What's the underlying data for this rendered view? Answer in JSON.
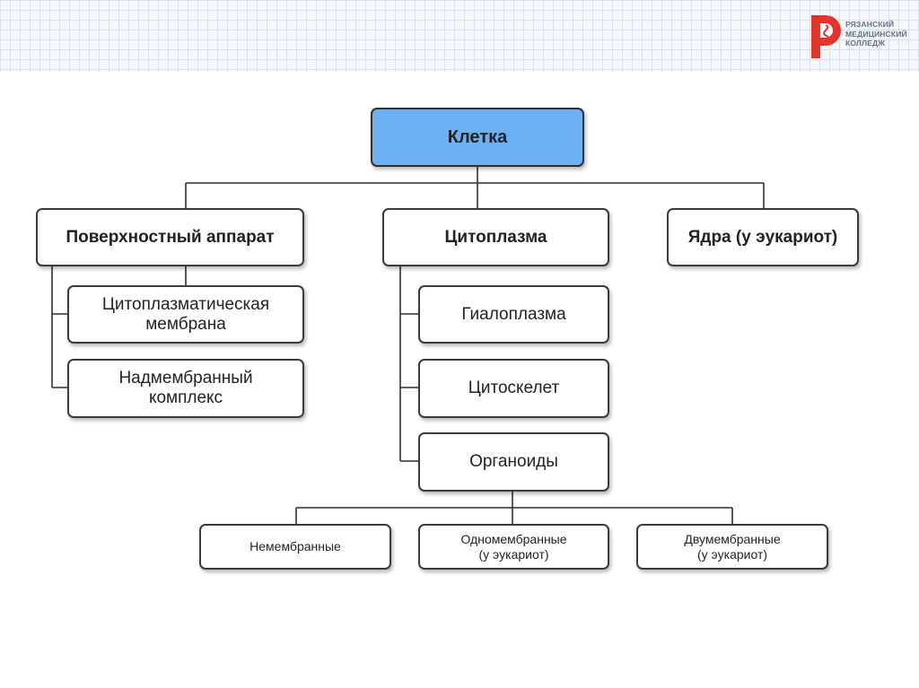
{
  "logo": {
    "icon": "medical-cross-logo-icon",
    "lines": [
      "РЯЗАНСКИЙ",
      "МЕДИЦИНСКИЙ",
      "КОЛЛЕДЖ"
    ]
  },
  "diagram": {
    "root": "Клетка",
    "surface": {
      "label": "Поверхностный аппарат",
      "children": [
        "Цитоплазматическая\nмембрана",
        "Надмембранный\nкомплекс"
      ]
    },
    "cytoplasm": {
      "label": "Цитоплазма",
      "children": [
        "Гиалоплазма",
        "Цитоскелет",
        "Органоиды"
      ]
    },
    "nucleus": {
      "label": "Ядра (у эукариот)"
    },
    "organoids": {
      "children": [
        "Немембранные",
        "Одномембранные\n(у эукариот)",
        "Двумембранные\n(у эукариот)"
      ]
    }
  },
  "colors": {
    "root_fill": "#6ab0f3",
    "logo_red": "#e5352b",
    "border": "#3b3b3b"
  }
}
